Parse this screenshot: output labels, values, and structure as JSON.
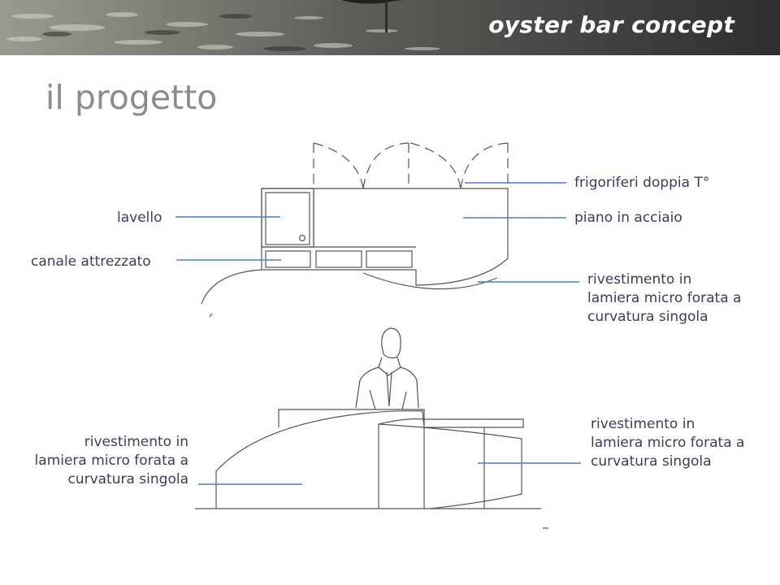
{
  "header": {
    "title": "oyster bar concept"
  },
  "slide": {
    "title": "il progetto"
  },
  "plan_labels": {
    "fridges": "frigoriferi doppia T°",
    "sink": "lavello",
    "steel_top": "piano in acciaio",
    "channel": "canale attrezzato",
    "cladding_1": "rivestimento in",
    "cladding_2": "lamiera micro forata a",
    "cladding_3": "curvatura singola"
  },
  "elevation_labels": {
    "left_1": "rivestimento in",
    "left_2": "lamiera micro forata a",
    "left_3": "curvatura singola",
    "right_1": "rivestimento in",
    "right_2": "lamiera micro forata a",
    "right_3": "curvatura singola"
  },
  "colors": {
    "leader": "#4f7fc4",
    "drawing": "#555555",
    "label": "#3c3c5c",
    "title": "#8c8c8c"
  }
}
